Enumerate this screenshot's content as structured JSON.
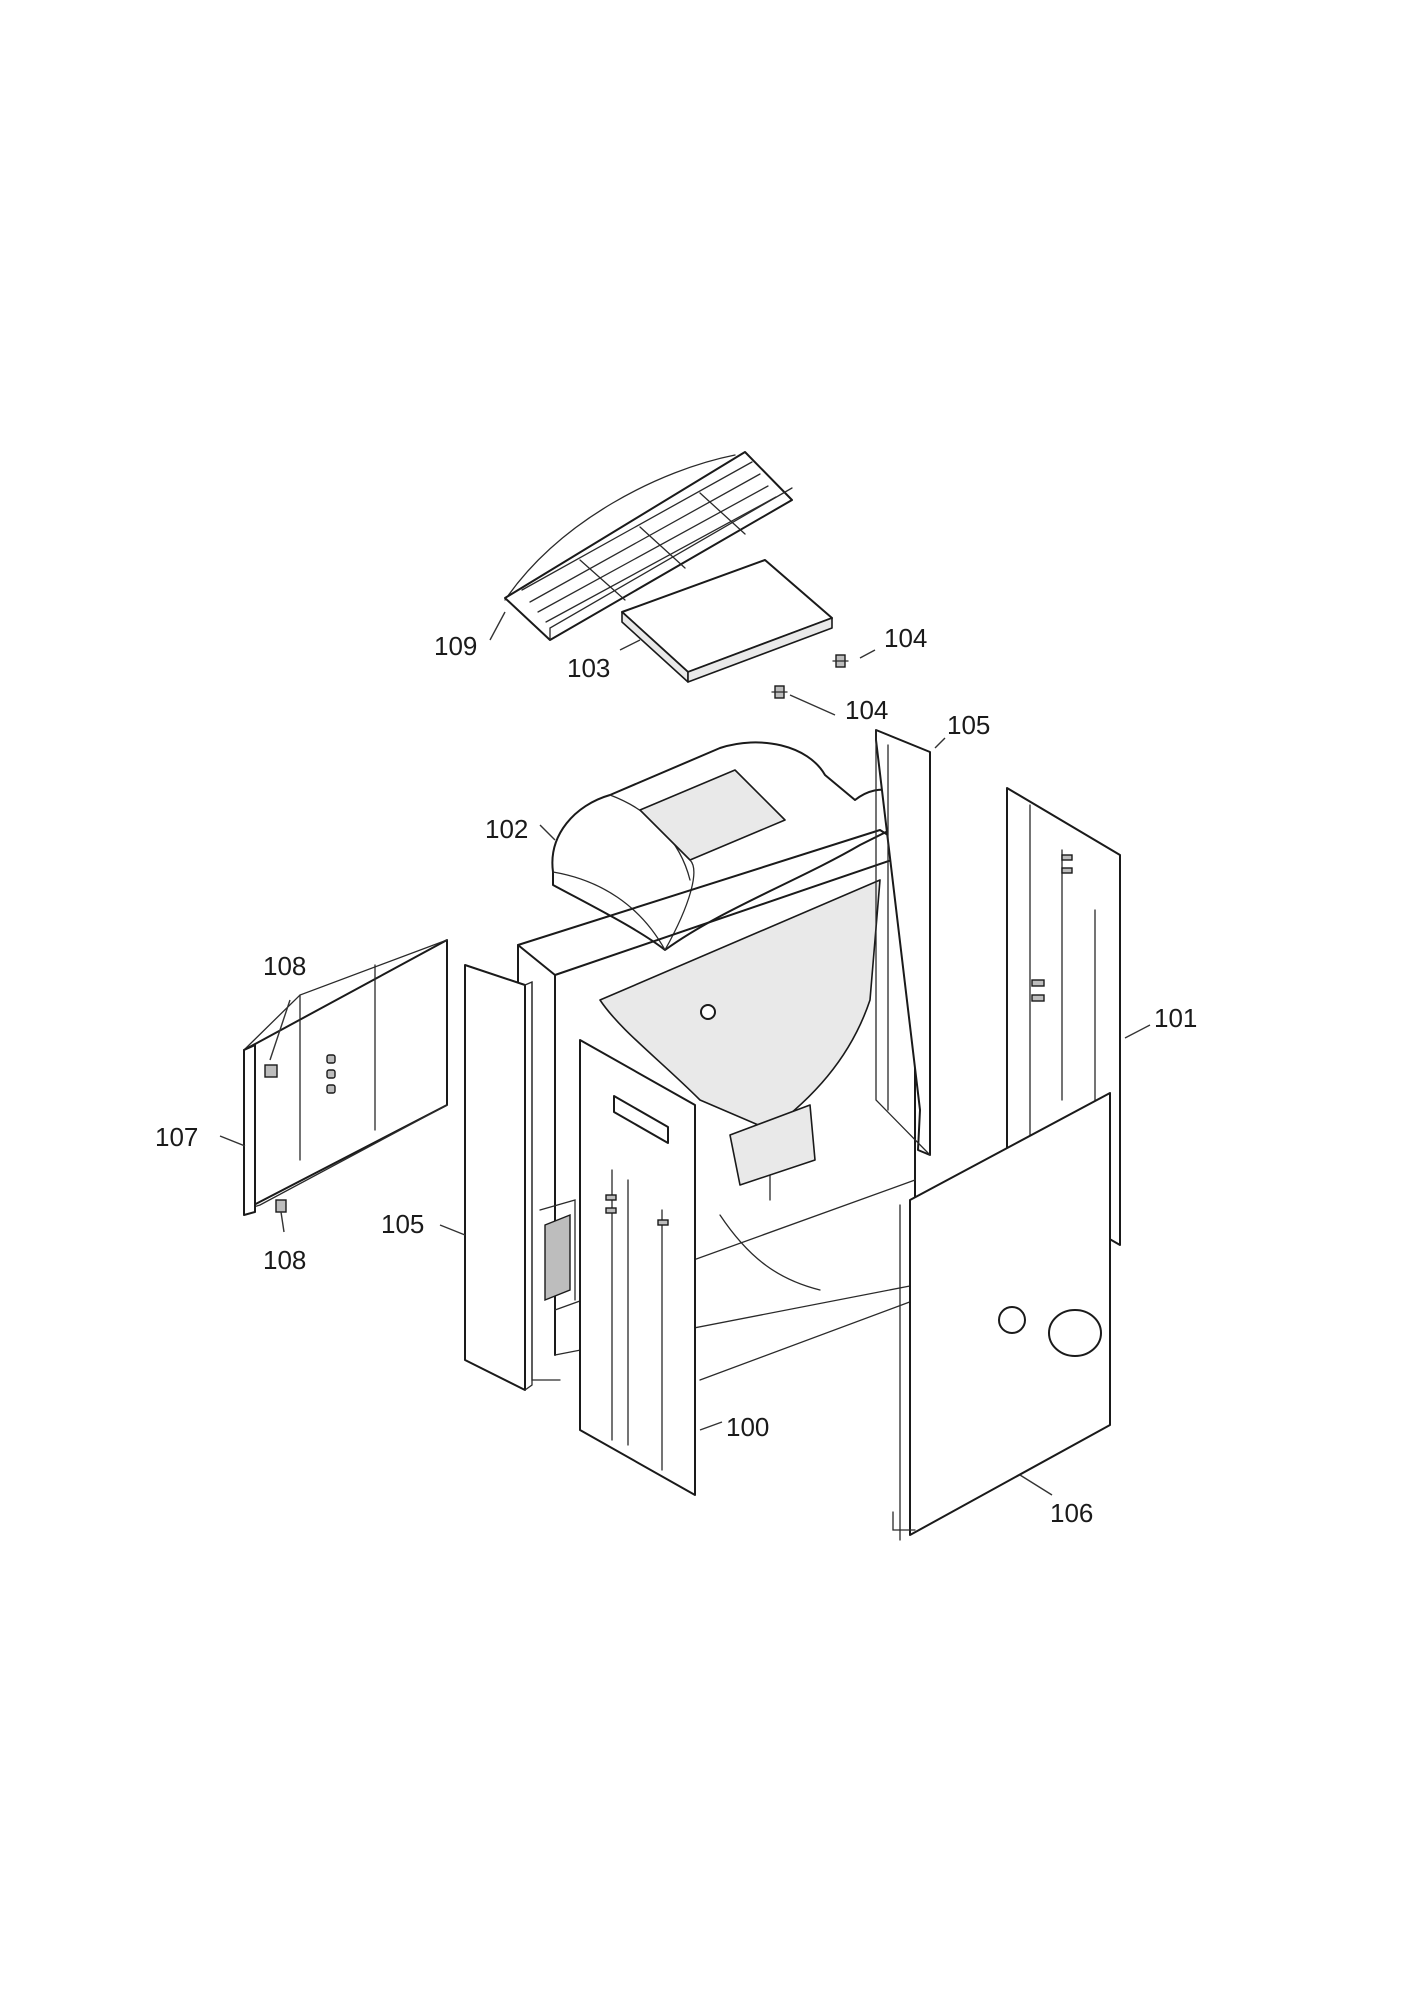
{
  "diagram": {
    "labels": {
      "l100": "100",
      "l101": "101",
      "l102": "102",
      "l103": "103",
      "l104a": "104",
      "l104b": "104",
      "l105a": "105",
      "l105b": "105",
      "l106": "106",
      "l107": "107",
      "l108a": "108",
      "l108b": "108",
      "l109": "109"
    }
  }
}
